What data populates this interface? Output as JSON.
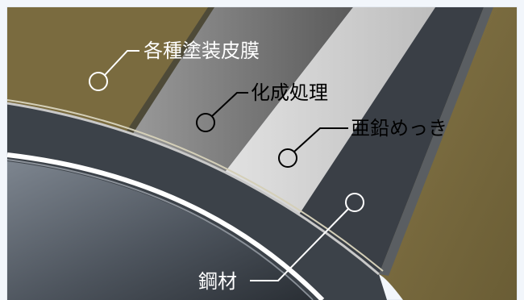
{
  "labels": {
    "coating": "各種塗装皮膜",
    "conversion": "化成処理",
    "zinc": "亜鉛めっき",
    "steel": "鋼材"
  },
  "colors": {
    "frame_bg": "#f2f6fb",
    "olive": "#7a6b3f",
    "olive_dark": "#5f532f",
    "gray_mid": "#8c8c8c",
    "gray_light": "#cfcfcf",
    "dark_band": "#3a3f46",
    "steel_light": "#a9afb8",
    "steel_dark": "#2c3138",
    "leader": "#ffffff"
  }
}
